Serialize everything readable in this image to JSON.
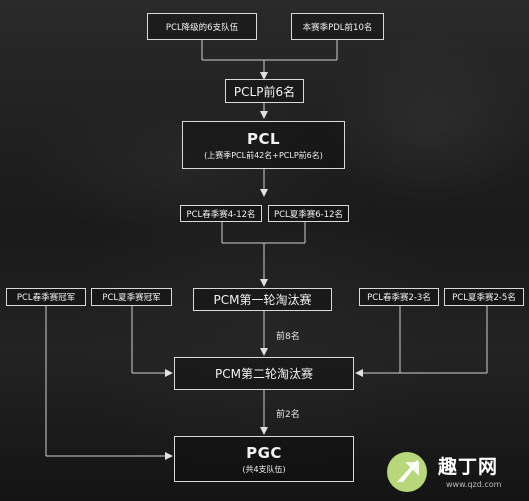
{
  "diagram": {
    "nodes": {
      "pcl_relegated": "PCL降级的6支队伍",
      "pdl_top10": "本赛季PDL前10名",
      "pclp_top6": "PCLP前6名",
      "pcl_title": "PCL",
      "pcl_sub": "(上赛季PCL前42名+PCLP前6名)",
      "pcl_spring_4_12": "PCL春季赛4-12名",
      "pcl_summer_6_12": "PCL夏季赛6-12名",
      "pcl_spring_champ": "PCL春季赛冠军",
      "pcl_summer_champ": "PCL夏季赛冠军",
      "pcm_round1": "PCM第一轮淘汰赛",
      "pcl_spring_2_3": "PCL春季赛2-3名",
      "pcl_summer_2_5": "PCL夏季赛2-5名",
      "pcm_round2": "PCM第二轮淘汰赛",
      "pgc_title": "PGC",
      "pgc_sub": "(共4支队伍)"
    },
    "edge_labels": {
      "round1_to_round2": "前8名",
      "round2_to_pgc": "前2名"
    }
  },
  "watermark": {
    "text": "趣丁网",
    "url": "www.qzd.com"
  }
}
